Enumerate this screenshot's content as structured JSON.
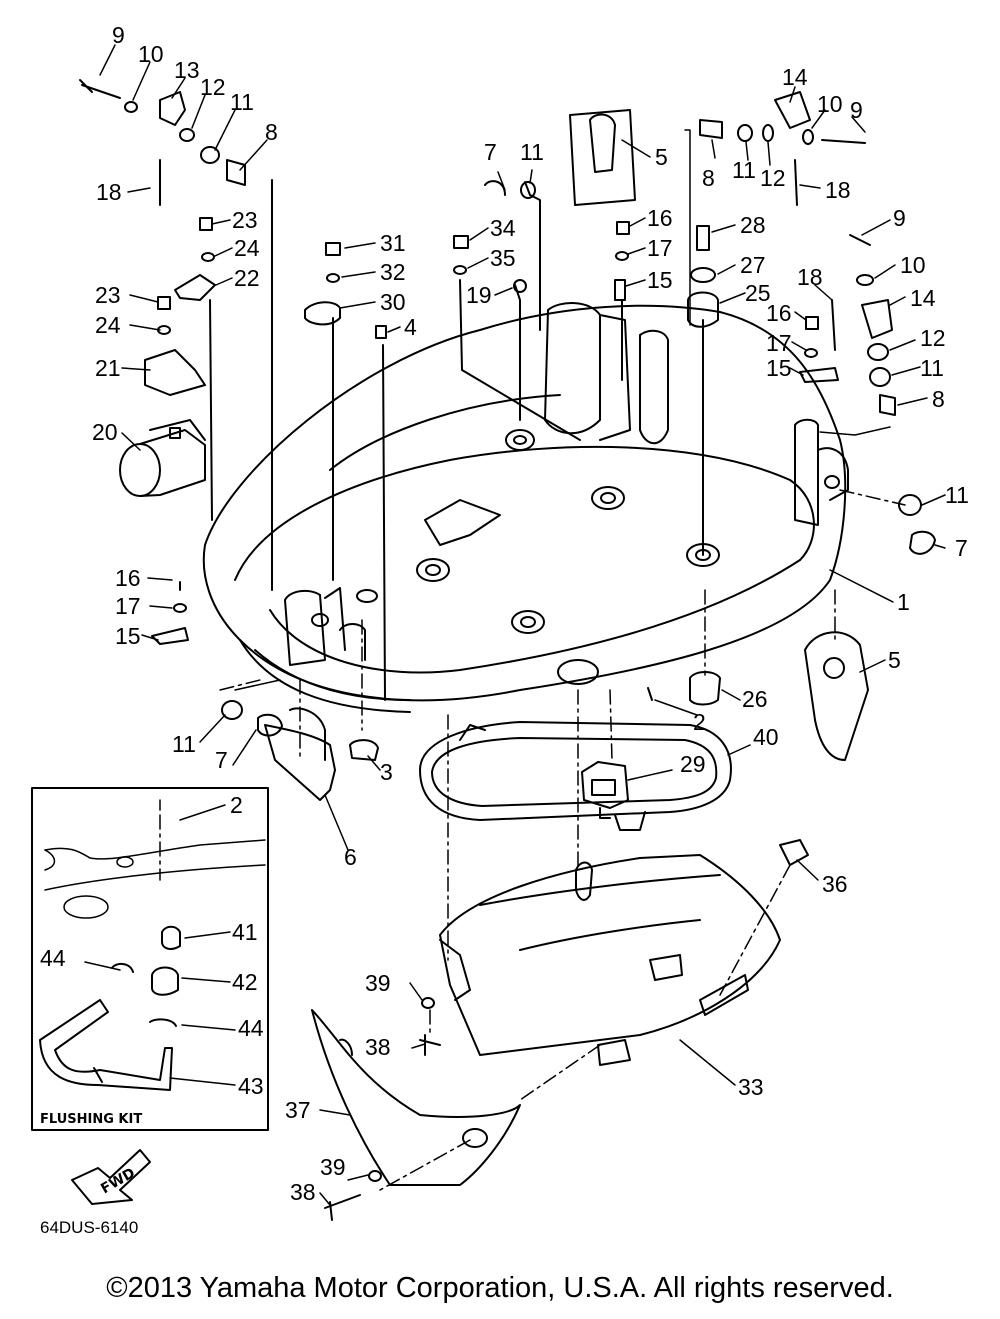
{
  "diagram_code": "64DUS-6140",
  "flushing_kit_label": "FLUSHING KIT",
  "fwd_label": "FWD",
  "copyright": "©2013 Yamaha Motor Corporation, U.S.A. All rights reserved.",
  "callouts": [
    "9",
    "10",
    "13",
    "12",
    "11",
    "8",
    "18",
    "23",
    "24",
    "22",
    "23",
    "24",
    "21",
    "20",
    "7",
    "11",
    "5",
    "31",
    "32",
    "30",
    "4",
    "34",
    "35",
    "19",
    "16",
    "17",
    "15",
    "28",
    "27",
    "25",
    "14",
    "10",
    "9",
    "8",
    "11",
    "12",
    "18",
    "9",
    "10",
    "18",
    "14",
    "16",
    "12",
    "17",
    "11",
    "15",
    "8",
    "11",
    "7",
    "1",
    "5",
    "16",
    "17",
    "15",
    "26",
    "2",
    "40",
    "29",
    "11",
    "7",
    "3",
    "6",
    "2",
    "41",
    "44",
    "42",
    "44",
    "43",
    "36",
    "39",
    "38",
    "33",
    "37",
    "39",
    "38"
  ]
}
